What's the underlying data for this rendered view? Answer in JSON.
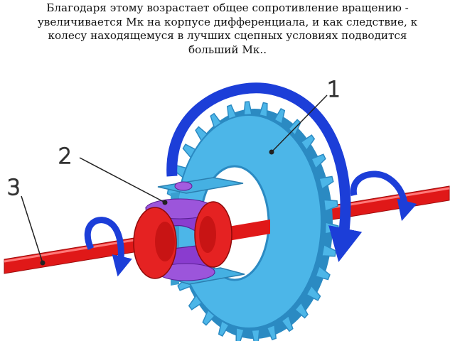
{
  "caption": {
    "lines": [
      "Благодаря этому возрастает общее сопротивление вращению -",
      "увеличивается Мк на корпусе дифференциала, и как следствие, к",
      "колесу находящемуся в лучших сцепных условиях подводится",
      "больший Мк.."
    ]
  },
  "callouts": {
    "ring_gear": "1",
    "satellite": "2",
    "axle": "3"
  },
  "colors": {
    "ring_gear": "#4cb6e8",
    "ring_gear_shade": "#2b8ac2",
    "arrow": "#1c3ed8",
    "axle": "#e01818",
    "side_gear": "#e52222",
    "satellite": "#8a3ccf",
    "carrier": "#45b0e2"
  }
}
